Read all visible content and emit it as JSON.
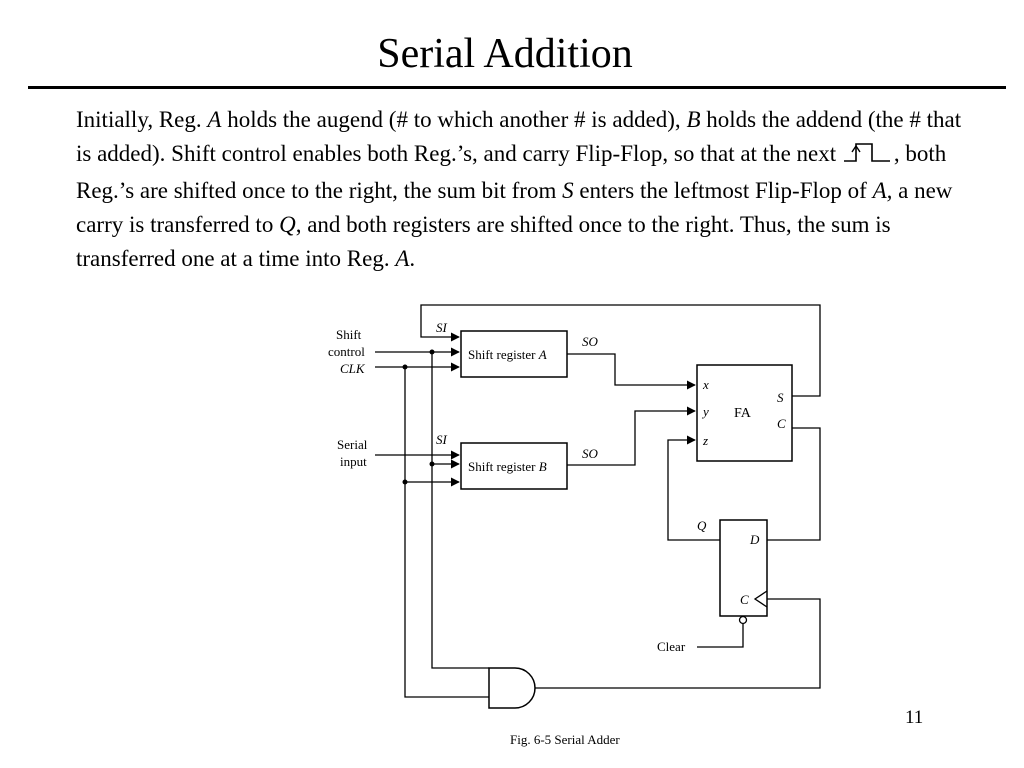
{
  "slide": {
    "title": "Serial Addition",
    "page_number": "11"
  },
  "paragraph": {
    "p1": "Initially, Reg. ",
    "reg_a": "A",
    "p2": " holds the augend (# to which another # is added), ",
    "reg_b": "B",
    "p3": " holds the addend (the # that is added).  Shift control enables both Reg.’s, and carry Flip-Flop, so that at the next ",
    "p4": ", both Reg.’s are shifted once to the right, the sum bit from ",
    "sum_s": "S",
    "p5": " enters the leftmost Flip-Flop of ",
    "reg_a2": "A,",
    "p6": " a new carry is transferred to ",
    "carry_q": "Q",
    "p7": ", and both registers are shifted once to the right.  Thus, the sum is transferred one at a time into Reg. ",
    "reg_a3": "A",
    "p8": ".",
    "pulse_icon": "clock-rising-edge-icon"
  },
  "diagram": {
    "caption": "Fig. 6-5  Serial Adder",
    "inputs": {
      "shift_line1": "Shift",
      "shift_line2": "control",
      "clk": "CLK",
      "serial_line1": "Serial",
      "serial_line2": "input",
      "clear": "Clear"
    },
    "register_a": {
      "prefix": "Shift register ",
      "name": "A",
      "si": "SI",
      "so": "SO"
    },
    "register_b": {
      "prefix": "Shift register ",
      "name": "B",
      "si": "SI",
      "so": "SO"
    },
    "full_adder": {
      "label": "FA",
      "x": "x",
      "y": "y",
      "z": "z",
      "s": "S",
      "c": "C"
    },
    "flip_flop": {
      "d": "D",
      "c": "C",
      "q": "Q"
    }
  }
}
